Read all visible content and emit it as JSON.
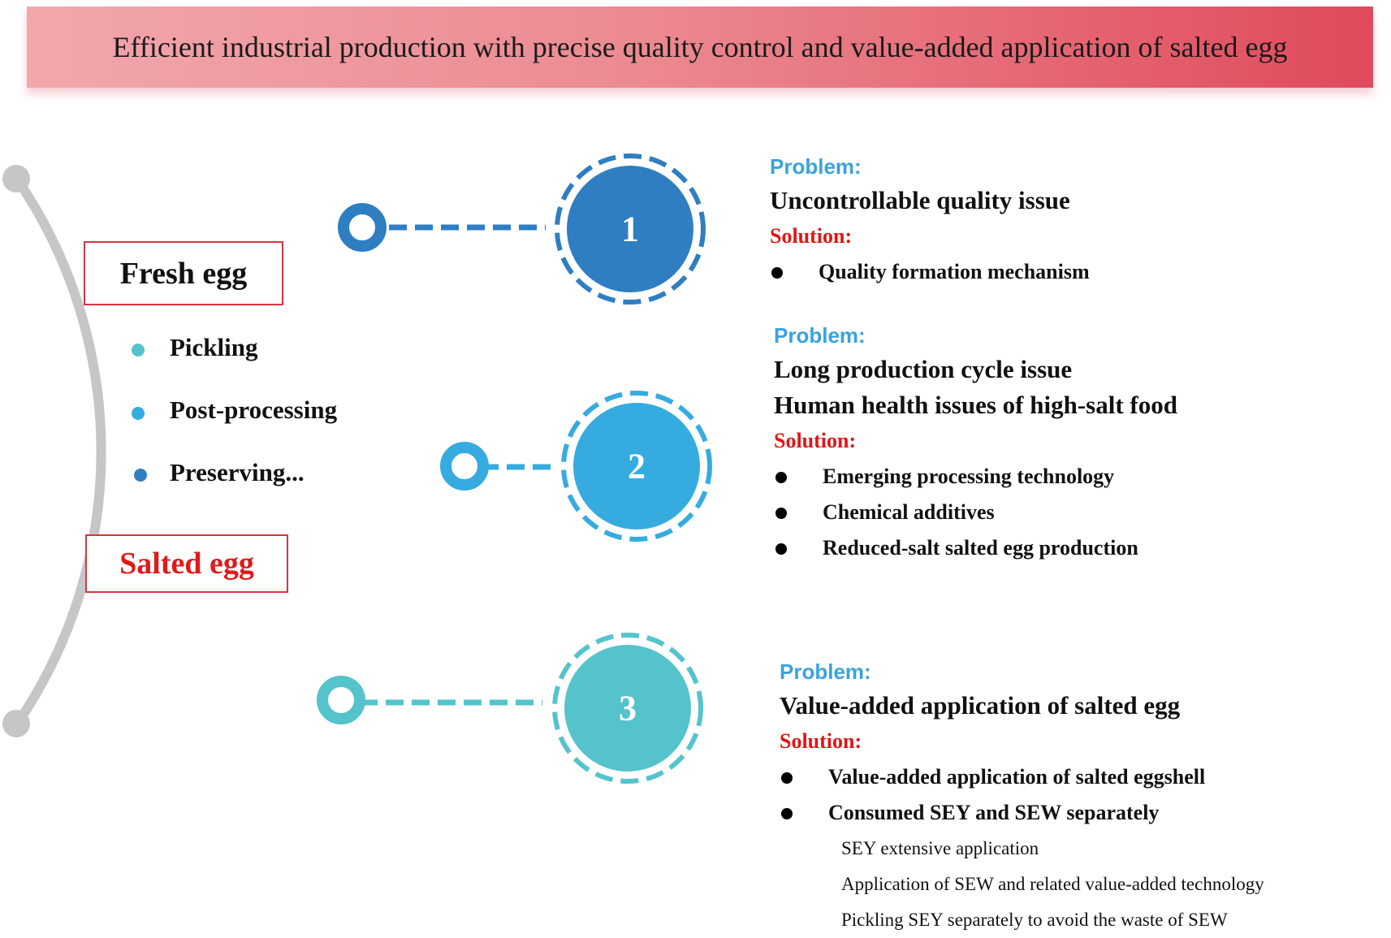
{
  "title": "Efficient industrial production with precise quality control and value-added application of salted egg",
  "fresh_egg": "Fresh egg",
  "salted_egg": "Salted egg",
  "steps": [
    {
      "label": "Pickling",
      "color": "#55c3cc"
    },
    {
      "label": "Post-processing",
      "color": "#36abe0"
    },
    {
      "label": "Preserving...",
      "color": "#2f7ec1"
    }
  ],
  "nodes": [
    {
      "number": "1",
      "color": "#2f7ec1"
    },
    {
      "number": "2",
      "color": "#36abe0"
    },
    {
      "number": "3",
      "color": "#55c3cc"
    }
  ],
  "panels": [
    {
      "problem_label": "Problem:",
      "issues": [
        "Uncontrollable quality issue"
      ],
      "solution_label": "Solution:",
      "solutions": [
        "Quality formation mechanism"
      ],
      "sub_items": []
    },
    {
      "problem_label": "Problem:",
      "issues": [
        "Long production cycle issue",
        "Human health issues of high-salt food"
      ],
      "solution_label": "Solution:",
      "solutions": [
        "Emerging processing technology",
        "Chemical additives",
        "Reduced-salt salted egg production"
      ],
      "sub_items": []
    },
    {
      "problem_label": "Problem:",
      "issues": [
        "Value-added application of salted egg"
      ],
      "solution_label": "Solution:",
      "solutions": [
        "Value-added application of salted eggshell",
        "Consumed SEY and SEW separately"
      ],
      "sub_items": [
        "SEY extensive application",
        "Application of SEW and related value-added technology",
        "Pickling SEY separately to avoid the waste of SEW"
      ]
    }
  ],
  "colors": {
    "arc": "#c6c6c6",
    "problem": "#3aa3dc",
    "solution": "#e31515",
    "box_border": "#d9343f"
  }
}
